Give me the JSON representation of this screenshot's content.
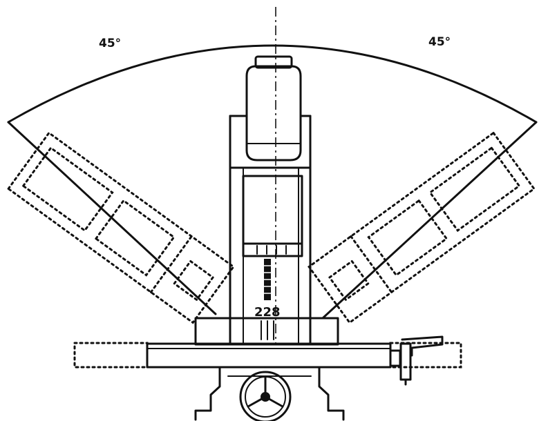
{
  "annotations": {
    "angle_left": "45°",
    "angle_right": "45°",
    "part_number": "228"
  }
}
